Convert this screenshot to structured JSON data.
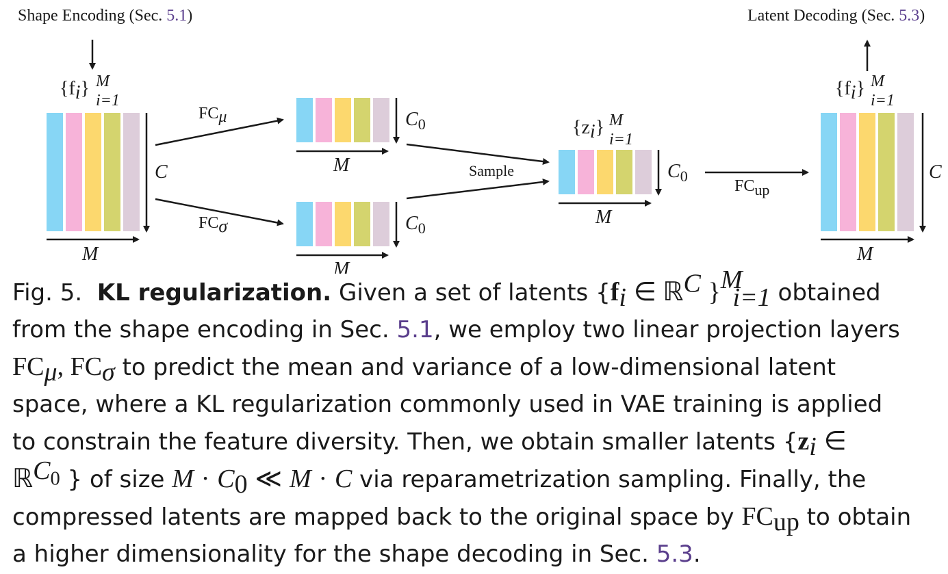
{
  "diagram": {
    "title_left": "Shape Encoding (Sec. ",
    "title_left_ref": "5.1",
    "title_left_end": ")",
    "title_right": "Latent Decoding (Sec. ",
    "title_right_ref": "5.3",
    "title_right_end": ")",
    "input_set": "{f",
    "input_sub": "i",
    "input_close": "}",
    "set_sup": "M",
    "set_sub": "i=1",
    "latent_set": "{z",
    "latent_sub": "i",
    "latent_close": "}",
    "fc_mu": "FC",
    "fc_mu_sub": "μ",
    "fc_sigma": "FC",
    "fc_sigma_sub": "σ",
    "sample_label": "Sample",
    "fc_up": "FC",
    "fc_up_sub": "up",
    "dim_C": "C",
    "dim_C0": "C",
    "dim_C0_sub": "0",
    "dim_M": "M",
    "bar_colors": [
      "#87d6f5",
      "#f7b3d9",
      "#fcd86e",
      "#d4d46e",
      "#ddcdda"
    ]
  },
  "caption": {
    "fig_label": "Fig. 5.",
    "title": "KL regularization.",
    "line1_a": "Given a set of latents {",
    "line1_b": "obtained",
    "line2_a": "from the shape encoding in Sec.",
    "ref_51": "5.1",
    "line2_b": ", we employ two linear projection layers",
    "line3": "to predict the mean and variance of a low-dimensional latent",
    "line4": "space, where a KL regularization commonly used in VAE training is applied",
    "line5_a": "to constrain the feature diversity. Then, we obtain smaller latents {",
    "line6_a": "} of size",
    "line6_b": "via reparametrization sampling. Finally, the",
    "line7_a": "compressed latents are mapped back to the original space by",
    "line7_b": "to obtain",
    "line8_a": "a higher dimensionality for the shape decoding in Sec.",
    "ref_53": "5.3",
    "line8_b": "."
  }
}
